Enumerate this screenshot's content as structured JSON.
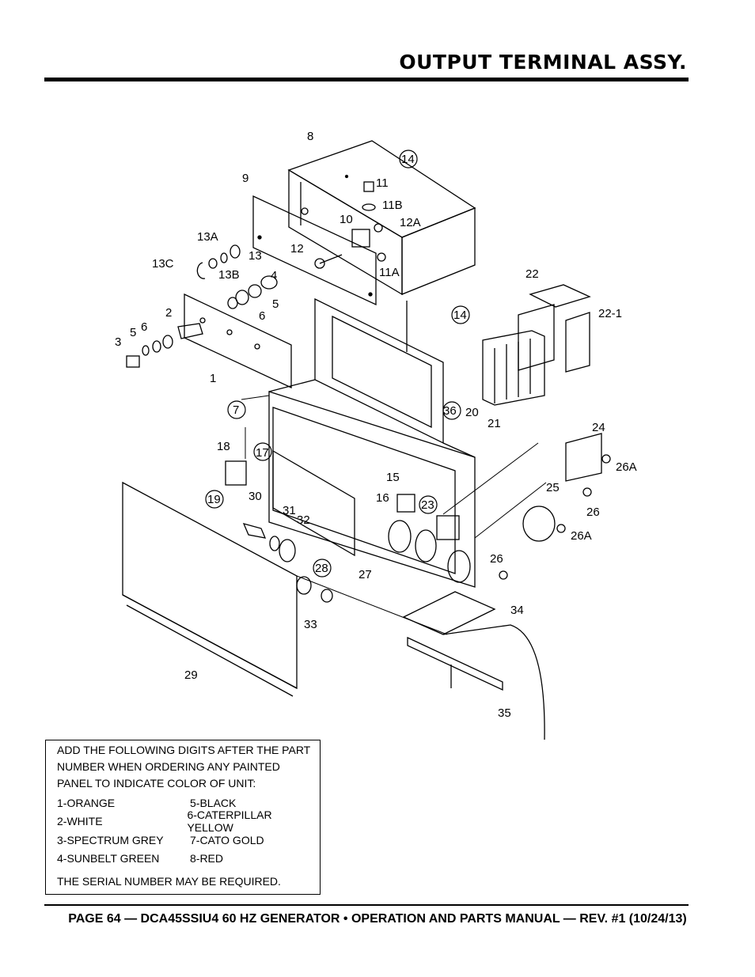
{
  "header": {
    "title": "OUTPUT TERMINAL ASSY."
  },
  "diagram": {
    "labels": [
      "8",
      "9",
      "10",
      "11",
      "11A",
      "11B",
      "12",
      "12A",
      "13",
      "13A",
      "13B",
      "13C",
      "14",
      "14",
      "1",
      "2",
      "3",
      "4",
      "5",
      "5",
      "6",
      "6",
      "7",
      "15",
      "16",
      "17",
      "18",
      "19",
      "20",
      "21",
      "22",
      "22-1",
      "23",
      "24",
      "25",
      "26",
      "26",
      "26A",
      "26A",
      "27",
      "28",
      "29",
      "30",
      "31",
      "32",
      "33",
      "34",
      "35",
      "36"
    ]
  },
  "note": {
    "heading": "ADD THE FOLLOWING DIGITS AFTER THE PART NUMBER WHEN ORDERING ANY PAINTED PANEL TO INDICATE COLOR OF UNIT:",
    "colors": [
      [
        "1-ORANGE",
        "5-BLACK"
      ],
      [
        "2-WHITE",
        "6-CATERPILLAR YELLOW"
      ],
      [
        "3-SPECTRUM GREY",
        "7-CATO GOLD"
      ],
      [
        "4-SUNBELT GREEN",
        "8-RED"
      ]
    ],
    "footnote": "THE SERIAL NUMBER MAY BE REQUIRED."
  },
  "footer": {
    "text": "PAGE 64 — DCA45SSIU4 60 HZ GENERATOR • OPERATION AND PARTS MANUAL — REV. #1 (10/24/13)"
  }
}
